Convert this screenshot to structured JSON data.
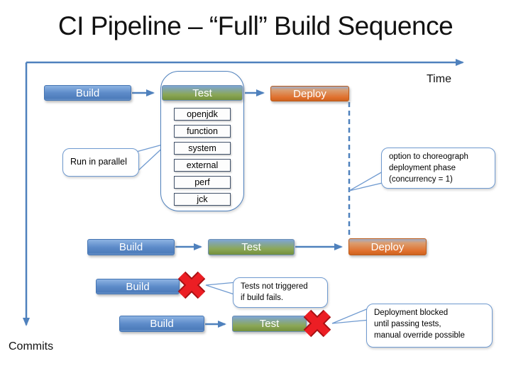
{
  "title": "CI Pipeline – “Full” Build Sequence",
  "axes": {
    "time_label": "Time",
    "commits_label": "Commits"
  },
  "rows": [
    {
      "stages": [
        {
          "label": "Build"
        },
        {
          "label": "Test"
        },
        {
          "label": "Deploy"
        }
      ]
    },
    {
      "stages": [
        {
          "label": "Build"
        },
        {
          "label": "Test"
        },
        {
          "label": "Deploy"
        }
      ]
    },
    {
      "stages": [
        {
          "label": "Build"
        }
      ],
      "failed": true
    },
    {
      "stages": [
        {
          "label": "Build"
        },
        {
          "label": "Test"
        }
      ],
      "failed": true
    }
  ],
  "test_suites": [
    "openjdk",
    "function",
    "system",
    "external",
    "perf",
    "jck"
  ],
  "callouts": {
    "run_in_parallel": [
      "Run in parallel"
    ],
    "choreograph": [
      "option to choreograph",
      "deployment phase",
      "(concurrency = 1)"
    ],
    "tests_not_triggered": [
      "Tests not triggered",
      "if build fails."
    ],
    "deployment_blocked": [
      "Deployment blocked",
      "until passing tests,",
      "manual override possible"
    ]
  },
  "colors": {
    "accent_blue": "#4f81bd",
    "stage_green": "#77933c",
    "stage_orange": "#e0702c",
    "failure_red": "#ec1e24"
  }
}
